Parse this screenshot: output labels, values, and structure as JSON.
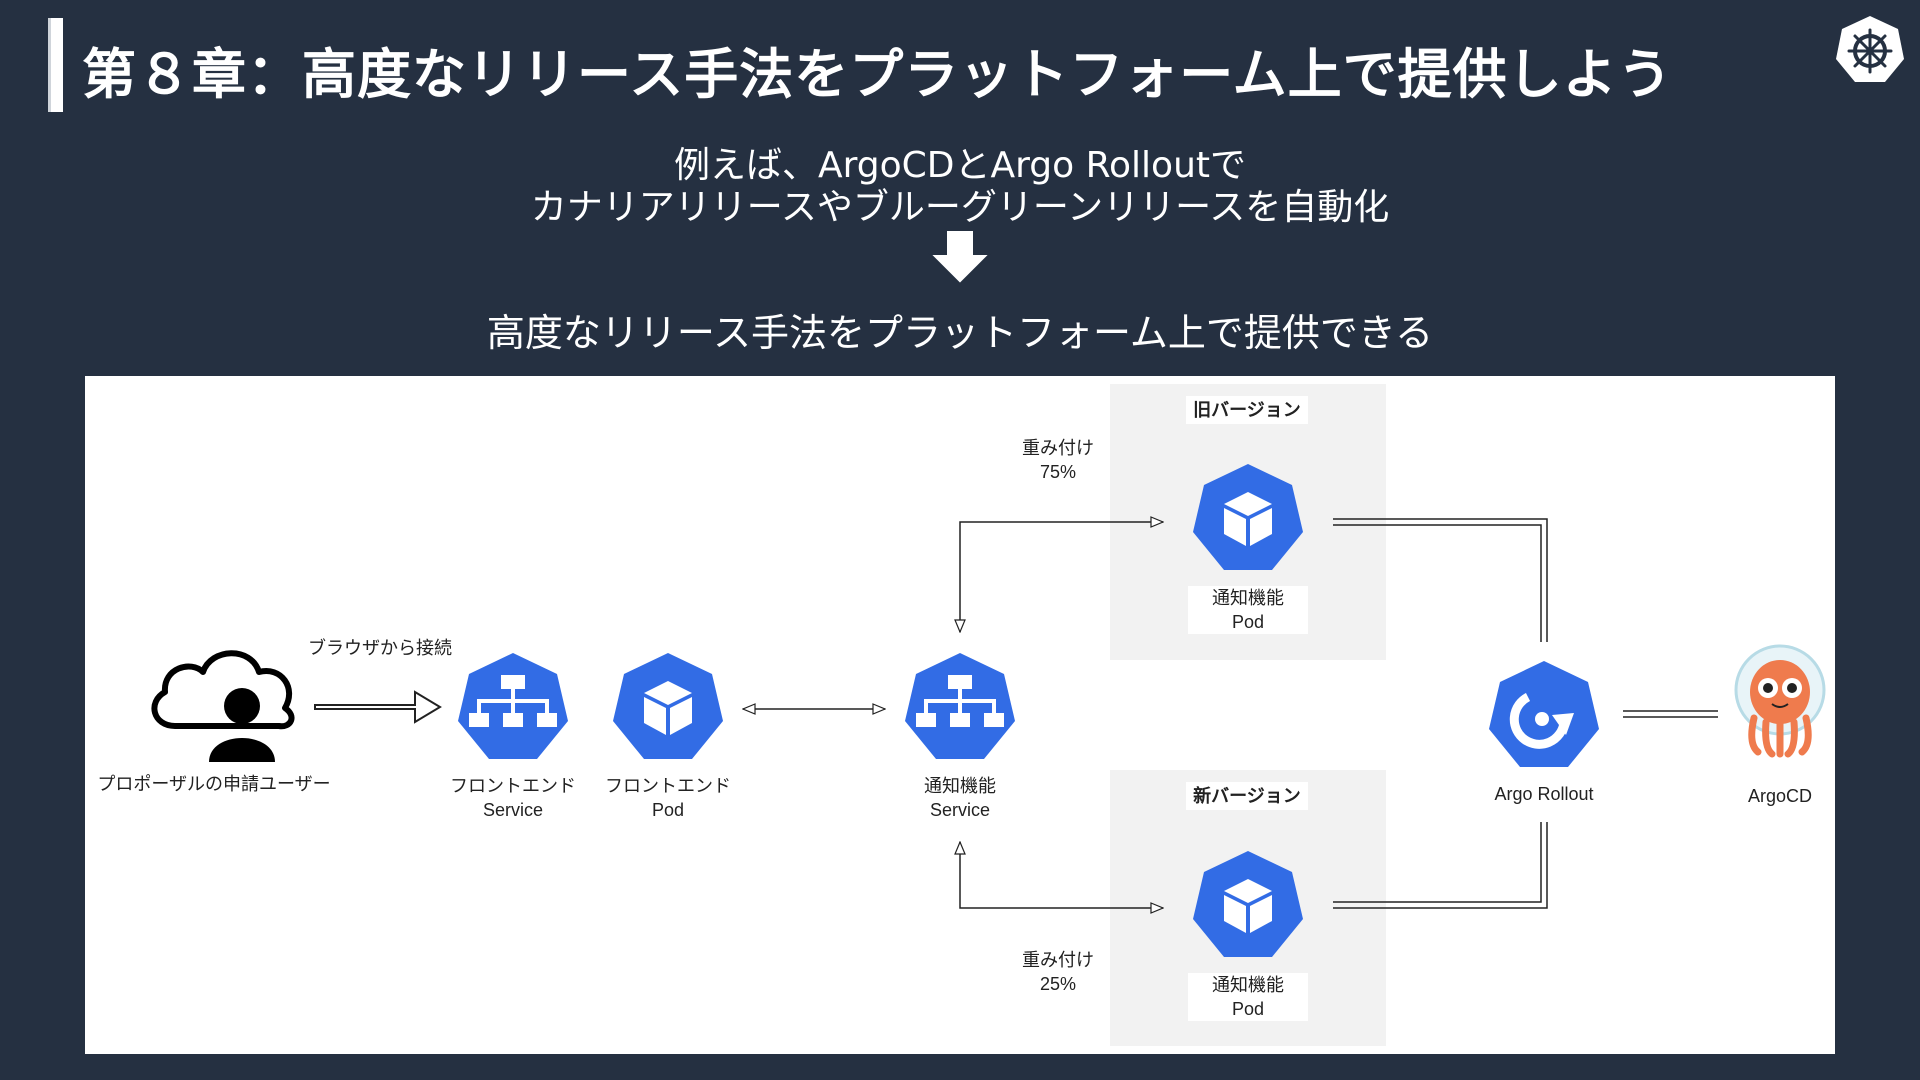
{
  "header": {
    "title": "第８章：高度なリリース手法をプラットフォーム上で提供しよう",
    "logo_icon": "kubernetes-helm-icon"
  },
  "intro": {
    "line1": "例えば、ArgoCDとArgo Rolloutで",
    "line2": "カナリアリリースやブルーグリーンリリースを自動化",
    "result": "高度なリリース手法をプラットフォーム上で提供できる"
  },
  "diagram": {
    "user_label": "プロポーザルの申請ユーザー",
    "connect_label": "ブラウザから接続",
    "frontend_service": {
      "line1": "フロントエンド",
      "line2": "Service"
    },
    "frontend_pod": {
      "line1": "フロントエンド",
      "line2": "Pod"
    },
    "notify_service": {
      "line1": "通知機能",
      "line2": "Service"
    },
    "old_version": {
      "title": "旧バージョン",
      "weight_label": "重み付け",
      "weight_value": "75%",
      "pod_line1": "通知機能",
      "pod_line2": "Pod"
    },
    "new_version": {
      "title": "新バージョン",
      "weight_label": "重み付け",
      "weight_value": "25%",
      "pod_line1": "通知機能",
      "pod_line2": "Pod"
    },
    "argo_rollout_label": "Argo Rollout",
    "argocd_label": "ArgoCD"
  },
  "colors": {
    "background": "#253041",
    "k8s_blue": "#326ce5",
    "version_box": "#f2f2f2",
    "argocd_orange": "#ef7b4d"
  }
}
